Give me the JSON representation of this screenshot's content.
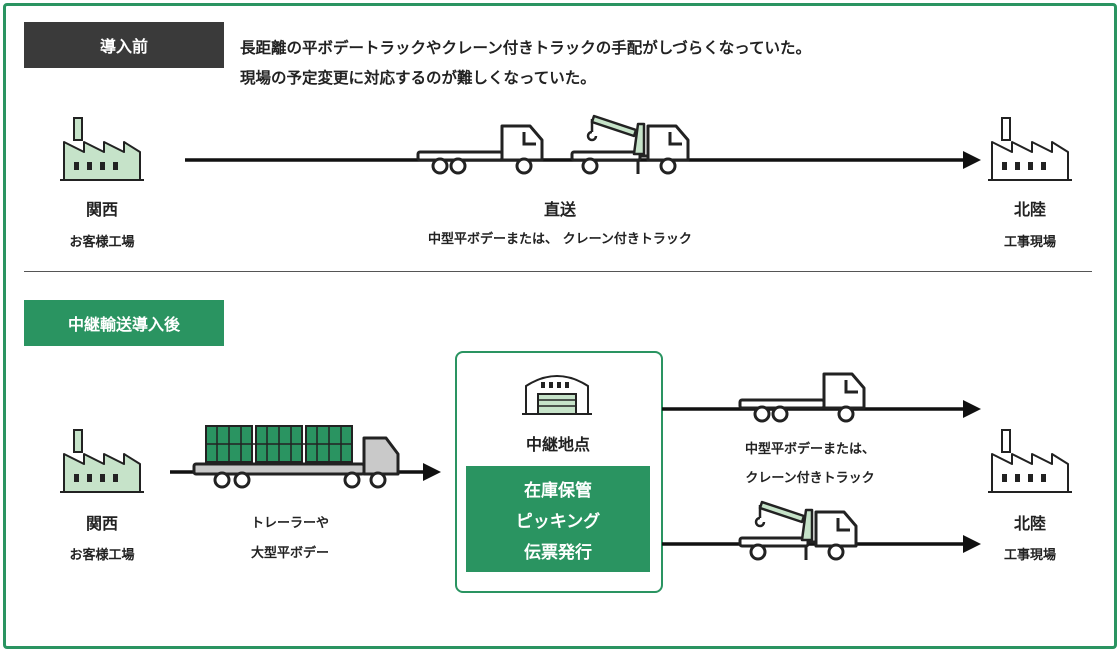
{
  "before": {
    "tag": "導入前",
    "desc_line1": "長距離の平ボデートラックやクレーン付きトラックの手配がしづらくなっていた。",
    "desc_line2": "現場の予定変更に対応するのが難しくなっていた。",
    "origin": {
      "name": "関西",
      "sub": "お客様工場"
    },
    "route": {
      "name": "直送",
      "sub": "中型平ボデーまたは、 クレーン付きトラック"
    },
    "destination": {
      "name": "北陸",
      "sub": "工事現場"
    }
  },
  "after": {
    "tag": "中継輸送導入後",
    "origin": {
      "name": "関西",
      "sub": "お客様工場"
    },
    "trailer_line1": "トレーラーや",
    "trailer_line2": "大型平ボデー",
    "hub": {
      "name": "中継地点",
      "services": [
        "在庫保管",
        "ピッキング",
        "伝票発行"
      ]
    },
    "truck_line1": "中型平ボデーまたは、",
    "truck_line2": "クレーン付きトラック",
    "destination": {
      "name": "北陸",
      "sub": "工事現場"
    }
  },
  "colors": {
    "green": "#2a9461",
    "light_green": "#c6e3c9",
    "dark": "#3a3a3a",
    "gray": "#c9c9c9"
  },
  "icons": [
    "factory-icon",
    "warehouse-icon",
    "flatbed-truck-icon",
    "crane-truck-icon",
    "trailer-truck-icon",
    "arrow-icon"
  ]
}
